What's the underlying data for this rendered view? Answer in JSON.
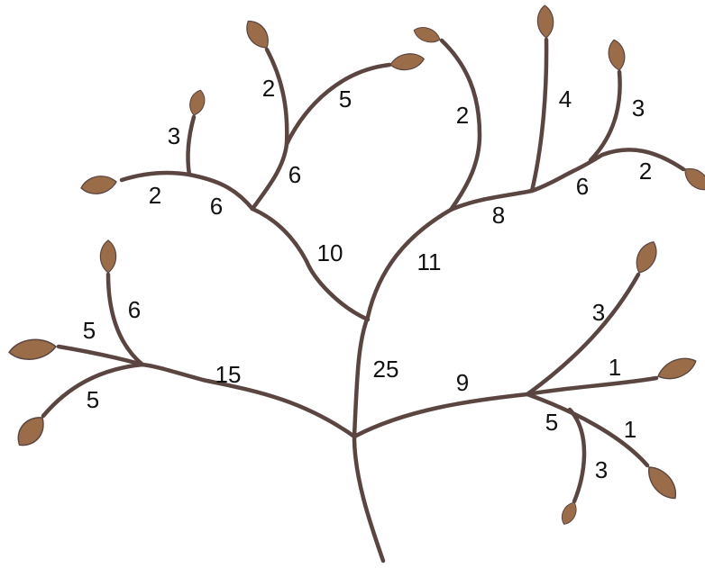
{
  "colors": {
    "branch": "#5b4541",
    "leaf_fill": "#9a6d48",
    "leaf_stroke": "#5b4541",
    "label": "#111111",
    "background": "#ffffff"
  },
  "edge_labels": [
    "25",
    "15",
    "6",
    "5",
    "5",
    "10",
    "6",
    "2",
    "3",
    "6",
    "2",
    "5",
    "11",
    "8",
    "2",
    "4",
    "6",
    "3",
    "2",
    "9",
    "3",
    "1",
    "1",
    "5",
    "3"
  ]
}
